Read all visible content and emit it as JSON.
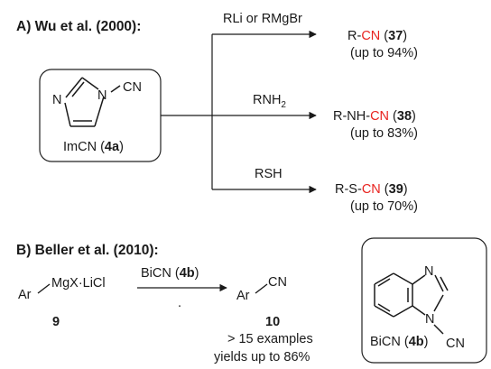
{
  "section_a": {
    "title": "A) Wu et al. (2000):",
    "reagent": {
      "label_pre": "ImCN (",
      "label_code": "4a",
      "label_post": ")",
      "atom_n_left": "N",
      "atom_n_right": "N",
      "group_cn": "CN"
    },
    "branches": [
      {
        "conditions": "RLi or RMgBr",
        "product_pre": "R-",
        "product_cn": "CN",
        "product_num_open": " (",
        "product_num": "37",
        "product_num_close": ")",
        "yield": "(up to 94%)"
      },
      {
        "conditions_main": "RNH",
        "conditions_sub": "2",
        "product_pre": "R-NH-",
        "product_cn": "CN",
        "product_num_open": " (",
        "product_num": "38",
        "product_num_close": ")",
        "yield": "(up to 83%)"
      },
      {
        "conditions": "RSH",
        "product_pre": "R-S-",
        "product_cn": "CN",
        "product_num_open": " (",
        "product_num": "39",
        "product_num_close": ")",
        "yield": "(up to 70%)"
      }
    ]
  },
  "section_b": {
    "title": "B) Beller et al. (2010):",
    "substrate": {
      "ar": "Ar",
      "group": "MgX·LiCl",
      "number": "9"
    },
    "arrow_reagent": {
      "pre": "BiCN (",
      "code": "4b",
      "post": ")",
      "dot": "."
    },
    "product": {
      "ar": "Ar",
      "cn": "CN",
      "number": "10"
    },
    "notes": [
      "> 15 examples",
      "yields up to 86%"
    ],
    "bicn": {
      "atom_n_top": "N",
      "atom_n_bottom": "N",
      "label_pre": "BiCN (",
      "label_code": "4b",
      "label_post": ")",
      "group_cn": "CN"
    }
  },
  "colors": {
    "cyano": "#e8231f",
    "text": "#1a1a1a",
    "box": "#222222"
  }
}
